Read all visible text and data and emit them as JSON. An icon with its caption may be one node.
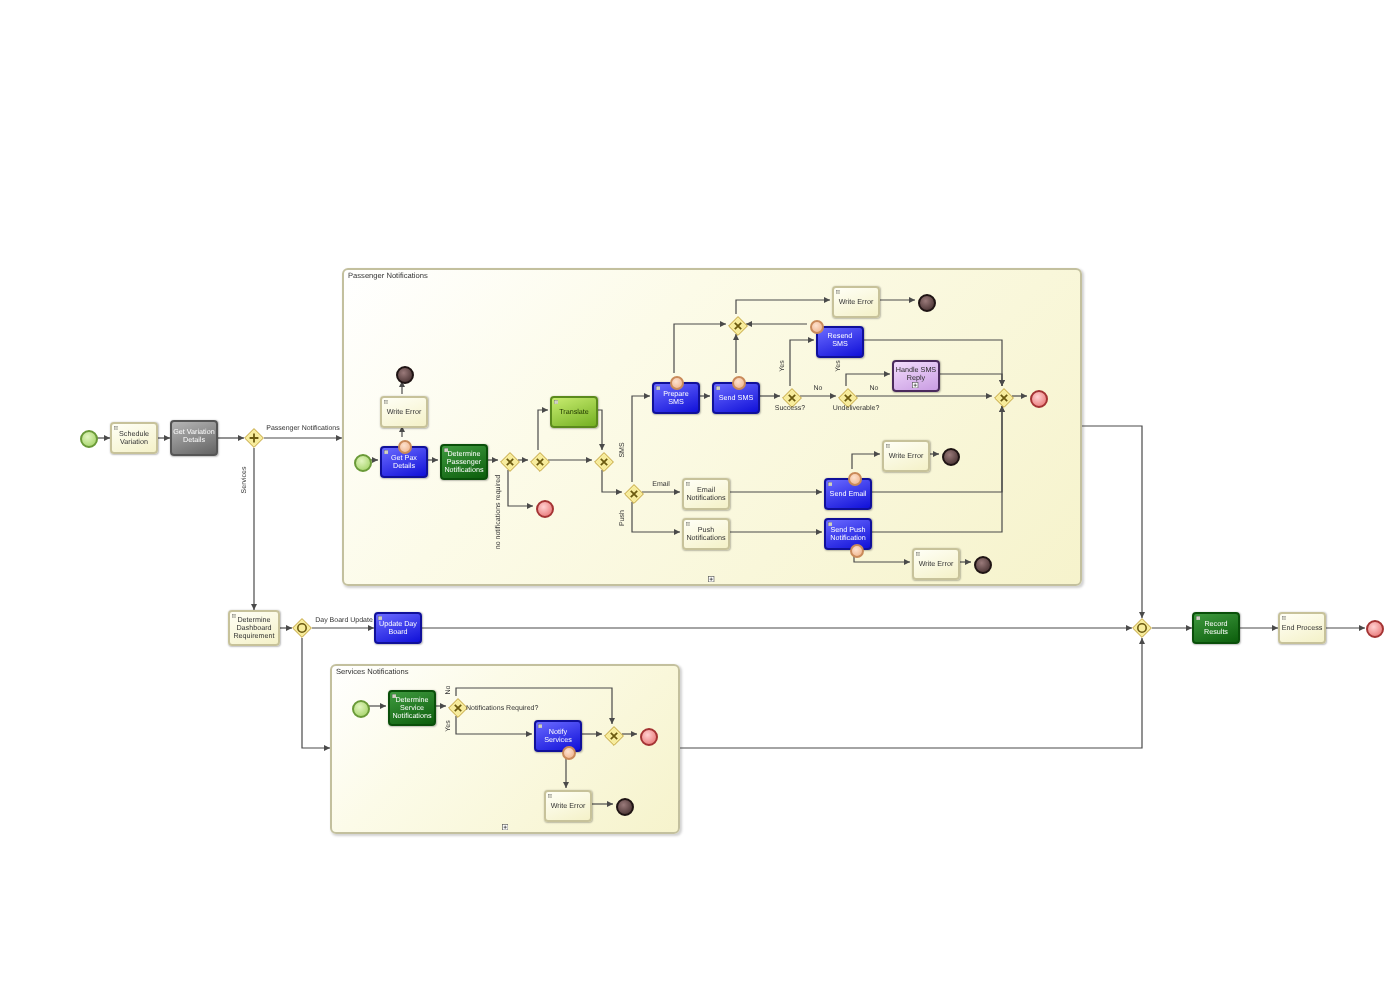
{
  "diagram": {
    "nodes": [
      {
        "text": [],
        "shape": "circle"
      },
      {
        "text": [
          "Schedule Variation"
        ]
      },
      {
        "text": [
          "Get Variation Details"
        ]
      },
      {
        "text": [],
        "shape": "diamond"
      },
      {
        "text": [
          "Passenger Notifications"
        ]
      },
      {
        "text": [],
        "shape": "circle",
        "in": 4
      },
      {
        "text": [
          "Get Pax Details"
        ],
        "in": 4
      },
      {
        "text": [],
        "shape": "circle",
        "in": 4
      },
      {
        "text": [
          "Write Error"
        ],
        "in": 4
      },
      {
        "text": [],
        "shape": "circle",
        "in": 4
      },
      {
        "text": [
          "Determine Passenger Notifications"
        ],
        "in": 4
      },
      {
        "text": [],
        "shape": "diamond",
        "in": 4
      },
      {
        "text": [],
        "shape": "circle",
        "in": 4
      },
      {
        "text": [],
        "shape": "diamond",
        "in": 4
      },
      {
        "text": [
          "Translate"
        ],
        "in": 4
      },
      {
        "text": [],
        "shape": "diamond",
        "in": 4
      },
      {
        "text": [],
        "shape": "diamond",
        "in": 4
      },
      {
        "text": [
          "Prepare SMS"
        ],
        "in": 4
      },
      {
        "text": [],
        "shape": "circle",
        "in": 4
      },
      {
        "text": [
          "Send SMS"
        ],
        "in": 4
      },
      {
        "text": [],
        "shape": "circle",
        "in": 4
      },
      {
        "text": [],
        "shape": "diamond",
        "in": 4
      },
      {
        "text": [
          "Write Error"
        ],
        "in": 4
      },
      {
        "text": [],
        "shape": "circle",
        "in": 4
      },
      {
        "text": [],
        "shape": "diamond",
        "in": 4,
        "beside": [
          "Success?"
        ]
      },
      {
        "text": [
          "Resend SMS"
        ],
        "in": 4
      },
      {
        "text": [],
        "shape": "circle",
        "in": 4
      },
      {
        "text": [],
        "shape": "diamond",
        "in": 4,
        "beside": [
          "Undeliverable?"
        ]
      },
      {
        "text": [
          "Handle SMS Reply"
        ],
        "in": 4
      },
      {
        "text": [],
        "shape": "diamond",
        "in": 4
      },
      {
        "text": [],
        "shape": "circle",
        "in": 4
      },
      {
        "text": [
          "Email Notifications"
        ],
        "in": 4
      },
      {
        "text": [
          "Send Email"
        ],
        "in": 4
      },
      {
        "text": [],
        "shape": "circle",
        "in": 4
      },
      {
        "text": [
          "Write Error"
        ],
        "in": 4
      },
      {
        "text": [],
        "shape": "circle",
        "in": 4
      },
      {
        "text": [
          "Push Notifications"
        ],
        "in": 4
      },
      {
        "text": [
          "Send Push Notification"
        ],
        "in": 4
      },
      {
        "text": [],
        "shape": "circle",
        "in": 4
      },
      {
        "text": [
          "Write Error"
        ],
        "in": 4
      },
      {
        "text": [],
        "shape": "circle",
        "in": 4
      },
      {
        "text": [
          "Determine Dashboard Requirement"
        ]
      },
      {
        "text": [],
        "shape": "diamond"
      },
      {
        "text": [
          "Update Day Board"
        ]
      },
      {
        "text": [
          "Services Notifications"
        ]
      },
      {
        "text": [],
        "shape": "circle",
        "in": 44
      },
      {
        "text": [
          "Determine Service Notifications"
        ],
        "in": 44
      },
      {
        "text": [],
        "shape": "diamond",
        "in": 44,
        "beside": [
          "Notifications Required?"
        ]
      },
      {
        "text": [
          "Notify Services"
        ],
        "in": 44
      },
      {
        "text": [],
        "shape": "circle",
        "in": 44
      },
      {
        "text": [
          "Write Error"
        ],
        "in": 44
      },
      {
        "text": [],
        "shape": "circle",
        "in": 44
      },
      {
        "text": [],
        "shape": "diamond",
        "in": 44
      },
      {
        "text": [],
        "shape": "circle",
        "in": 44
      },
      {
        "text": [],
        "shape": "diamond"
      },
      {
        "text": [
          "Record Results"
        ]
      },
      {
        "text": [
          "End Process"
        ]
      },
      {
        "text": [],
        "shape": "circle"
      }
    ],
    "edges": [
      {
        "from": 0,
        "to": 1,
        "arrow": "to"
      },
      {
        "from": 1,
        "to": 2,
        "arrow": "to"
      },
      {
        "from": 2,
        "to": 3,
        "arrow": "to"
      },
      {
        "from": 3,
        "to": 4,
        "arrow": "to",
        "label": "Passenger Notifications"
      },
      {
        "from": 3,
        "to": 41,
        "arrow": "to",
        "label": "Services"
      },
      {
        "from": 5,
        "to": 6,
        "arrow": "to"
      },
      {
        "from": 7,
        "to": 8,
        "arrow": "to"
      },
      {
        "from": 8,
        "to": 9,
        "arrow": "to"
      },
      {
        "from": 6,
        "to": 10,
        "arrow": "to"
      },
      {
        "from": 10,
        "to": 11,
        "arrow": "to"
      },
      {
        "from": 11,
        "to": 12,
        "arrow": "to",
        "label": "no notifications required"
      },
      {
        "from": 11,
        "to": 13,
        "arrow": "to"
      },
      {
        "from": 13,
        "to": 14,
        "arrow": "to"
      },
      {
        "from": 13,
        "to": 15,
        "arrow": "to"
      },
      {
        "from": 14,
        "to": 15,
        "arrow": "to"
      },
      {
        "from": 15,
        "to": 16,
        "arrow": "to"
      },
      {
        "from": 16,
        "to": 17,
        "arrow": "to",
        "label": "SMS"
      },
      {
        "from": 16,
        "to": 31,
        "arrow": "to",
        "label": "Email"
      },
      {
        "from": 16,
        "to": 36,
        "arrow": "to",
        "label": "Push"
      },
      {
        "from": 17,
        "to": 19,
        "arrow": "to"
      },
      {
        "from": 18,
        "to": 21,
        "arrow": "to"
      },
      {
        "from": 20,
        "to": 21,
        "arrow": "to"
      },
      {
        "from": 26,
        "to": 21,
        "arrow": "to"
      },
      {
        "from": 21,
        "to": 22,
        "arrow": "to"
      },
      {
        "from": 22,
        "to": 23,
        "arrow": "to"
      },
      {
        "from": 19,
        "to": 24,
        "arrow": "to"
      },
      {
        "from": 24,
        "to": 25,
        "arrow": "to",
        "label": "Yes"
      },
      {
        "from": 24,
        "to": 27,
        "arrow": "to",
        "label": "No"
      },
      {
        "from": 27,
        "to": 28,
        "arrow": "to",
        "label": "Yes"
      },
      {
        "from": 27,
        "to": 29,
        "arrow": "to",
        "label": "No"
      },
      {
        "from": 25,
        "to": 29,
        "arrow": "to"
      },
      {
        "from": 28,
        "to": 29,
        "arrow": "to"
      },
      {
        "from": 29,
        "to": 30,
        "arrow": "to"
      },
      {
        "from": 31,
        "to": 32,
        "arrow": "to"
      },
      {
        "from": 33,
        "to": 34,
        "arrow": "to"
      },
      {
        "from": 34,
        "to": 35,
        "arrow": "to"
      },
      {
        "from": 32,
        "to": 29,
        "arrow": "to"
      },
      {
        "from": 36,
        "to": 37,
        "arrow": "to"
      },
      {
        "from": 38,
        "to": 39,
        "arrow": "to"
      },
      {
        "from": 39,
        "to": 40,
        "arrow": "to"
      },
      {
        "from": 37,
        "to": 29,
        "arrow": "to"
      },
      {
        "from": 41,
        "to": 42,
        "arrow": "to"
      },
      {
        "from": 42,
        "to": 43,
        "arrow": "to",
        "label": "Day Board Update"
      },
      {
        "from": 42,
        "to": 44,
        "arrow": "to"
      },
      {
        "from": 43,
        "to": 54,
        "arrow": "to"
      },
      {
        "from": 4,
        "to": 54,
        "arrow": "to"
      },
      {
        "from": 44,
        "to": 54,
        "arrow": "to"
      },
      {
        "from": 45,
        "to": 46,
        "arrow": "to"
      },
      {
        "from": 46,
        "to": 47,
        "arrow": "to"
      },
      {
        "from": 47,
        "to": 52,
        "arrow": "to",
        "label": "No"
      },
      {
        "from": 47,
        "to": 48,
        "arrow": "to",
        "label": "Yes"
      },
      {
        "from": 49,
        "to": 50,
        "arrow": "to"
      },
      {
        "from": 50,
        "to": 51,
        "arrow": "to"
      },
      {
        "from": 48,
        "to": 52,
        "arrow": "to"
      },
      {
        "from": 52,
        "to": 53,
        "arrow": "to"
      },
      {
        "from": 54,
        "to": 55,
        "arrow": "to"
      },
      {
        "from": 55,
        "to": 56,
        "arrow": "to"
      },
      {
        "from": 56,
        "to": 57,
        "arrow": "to"
      }
    ]
  }
}
